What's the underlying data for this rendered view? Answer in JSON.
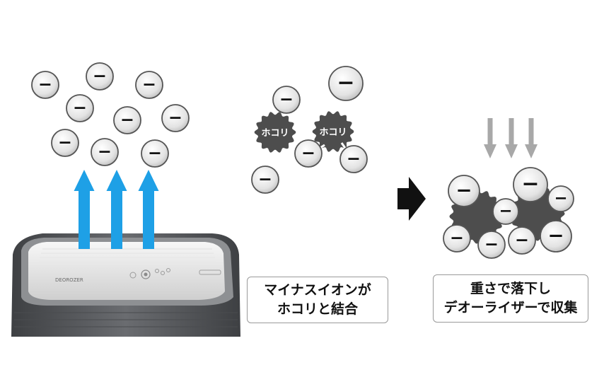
{
  "ion_symbol": "−",
  "dust_label": "ホコリ",
  "captions": {
    "bind": [
      "マイナスイオンが",
      "ホコリと結合"
    ],
    "collect": [
      "重さで落下し",
      "デオーライザーで収集"
    ]
  },
  "device": {
    "brand_text": "DEOROZER"
  },
  "colors": {
    "up_arrow": "#1ea0e6",
    "down_arrow": "#a8a8a8",
    "dust": "#4d4d4d",
    "ion_fill": "#d9d9d9",
    "ion_stroke": "#555555",
    "pointer_arrow": "#111111",
    "device_body": "#55575a"
  }
}
